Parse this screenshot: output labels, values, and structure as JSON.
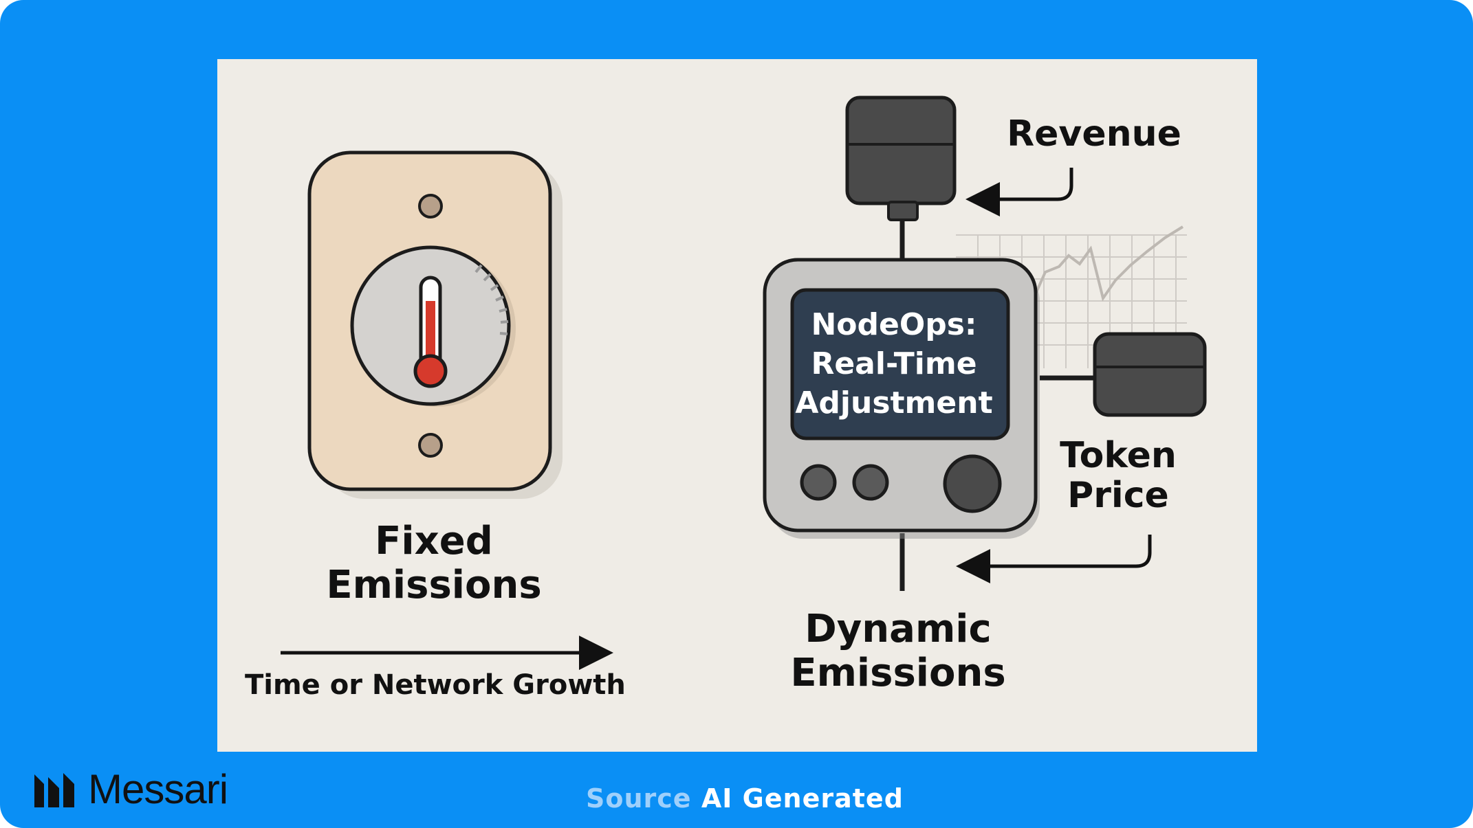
{
  "diagram": {
    "left_panel": {
      "title_lines": [
        "Fixed",
        "Emissions"
      ],
      "axis_label": "Time or Network Growth",
      "icon": "thermostat-icon"
    },
    "right_panel": {
      "device_screen_lines": [
        "NodeOps:",
        "Real-Time",
        "Adjustment"
      ],
      "title_lines": [
        "Dynamic",
        "Emissions"
      ],
      "inputs": {
        "revenue": "Revenue",
        "token_price_lines": [
          "Token",
          "Price"
        ]
      },
      "icons": [
        "control-device-icon",
        "sensor-block-icon",
        "line-chart-icon"
      ]
    }
  },
  "footer": {
    "brand": "Messari",
    "source_key": "Source",
    "source_value": "AI Generated"
  },
  "colors": {
    "frame_blue": "#0a8ff5",
    "canvas": "#efece6",
    "device_screen": "#2f3e50",
    "thermometer_red": "#d63a2c"
  }
}
